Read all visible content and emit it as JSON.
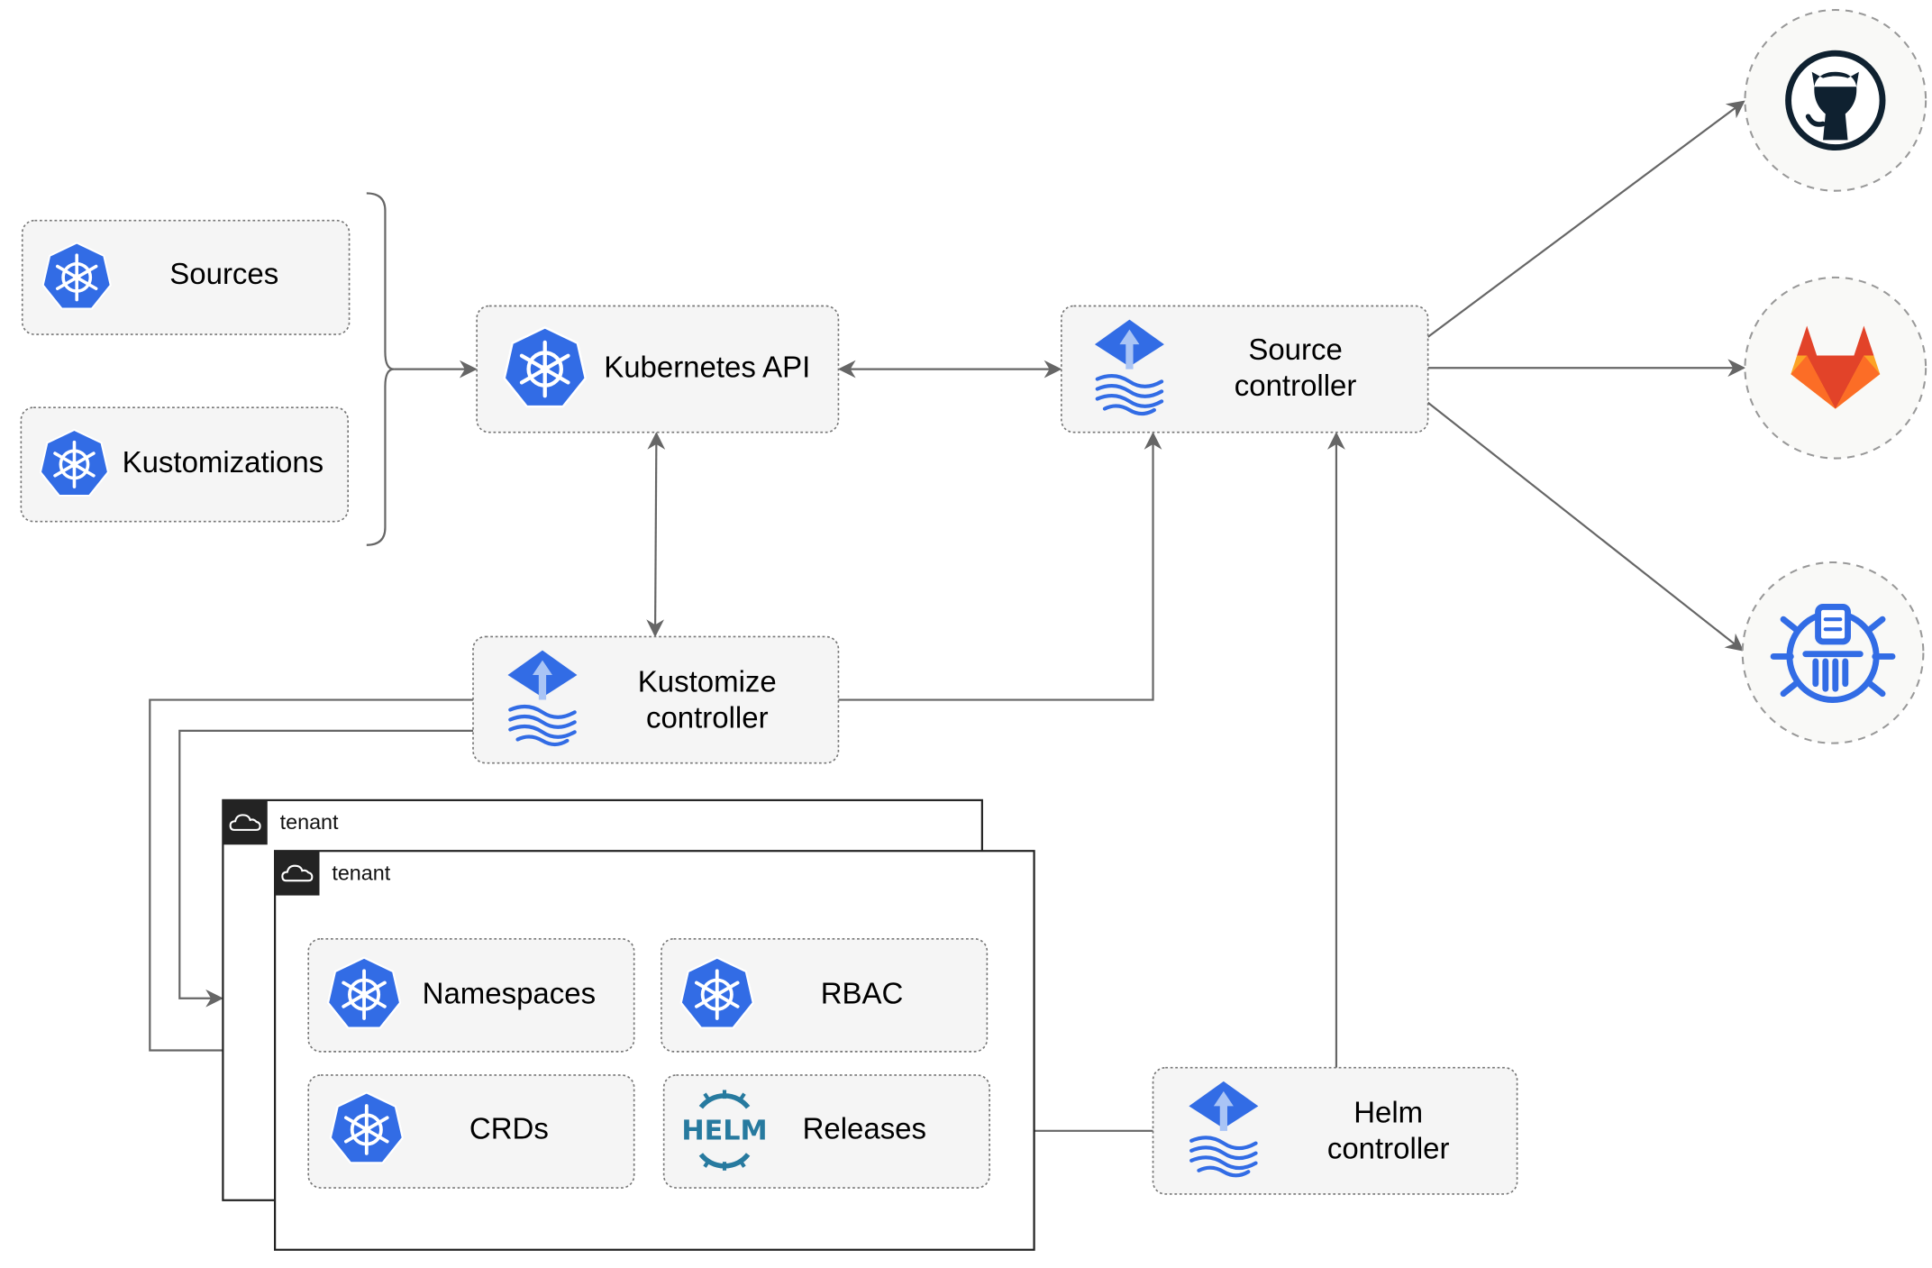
{
  "nodes": {
    "sources": {
      "label": "Sources",
      "icon": "kubernetes-icon"
    },
    "kustomizations": {
      "label": "Kustomizations",
      "icon": "kubernetes-icon"
    },
    "kubernetes_api": {
      "label": "Kubernetes API",
      "icon": "kubernetes-icon"
    },
    "source_controller": {
      "line1": "Source",
      "line2": "controller",
      "icon": "flux-icon"
    },
    "kustomize_controller": {
      "line1": "Kustomize",
      "line2": "controller",
      "icon": "flux-icon"
    },
    "helm_controller": {
      "line1": "Helm",
      "line2": "controller",
      "icon": "flux-icon"
    },
    "namespaces": {
      "label": "Namespaces",
      "icon": "kubernetes-icon"
    },
    "rbac": {
      "label": "RBAC",
      "icon": "kubernetes-icon"
    },
    "crds": {
      "label": "CRDs",
      "icon": "kubernetes-icon"
    },
    "releases": {
      "label": "Releases",
      "icon": "helm-icon",
      "logo_text": "HELM"
    }
  },
  "tenants": [
    {
      "label": "tenant",
      "icon": "cloud-icon"
    },
    {
      "label": "tenant",
      "icon": "cloud-icon"
    }
  ],
  "external": [
    {
      "icon": "github-icon"
    },
    {
      "icon": "gitlab-icon"
    },
    {
      "icon": "bucket-icon"
    }
  ],
  "colors": {
    "kubernetes_blue": "#326ce5",
    "helm_blue": "#277a9f",
    "github_dark": "#0f2130",
    "gitlab_orange": "#e24329",
    "edge": "#666666"
  }
}
